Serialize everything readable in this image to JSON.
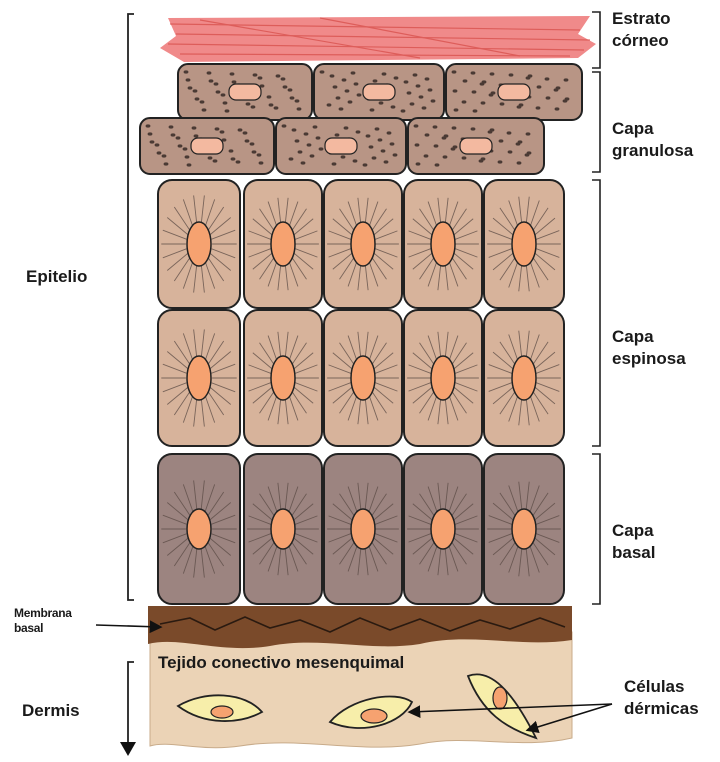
{
  "labels": {
    "estrato_corneo_1": "Estrato",
    "estrato_corneo_2": "córneo",
    "capa_granulosa_1": "Capa",
    "capa_granulosa_2": "granulosa",
    "capa_espinosa_1": "Capa",
    "capa_espinosa_2": "espinosa",
    "capa_basal_1": "Capa",
    "capa_basal_2": "basal",
    "epitelio": "Epitelio",
    "membrana_basal_1": "Membrana",
    "membrana_basal_2": "basal",
    "tejido_conectivo": "Tejido conectivo mesenquimal",
    "dermis": "Dermis",
    "celulas_dermicas_1": "Células",
    "celulas_dermicas_2": "dérmicas"
  },
  "colors": {
    "corneo": "#f08a8a",
    "granulosa_cell": "#b89585",
    "espinosa_cell": "#d7b39b",
    "basal_cell": "#9c8480",
    "nucleus": "#f6a270",
    "membrana": "#7a4a2a",
    "dermis": "#ebd3b6",
    "dermal_cell": "#f7eeaa",
    "outline": "#222222"
  }
}
